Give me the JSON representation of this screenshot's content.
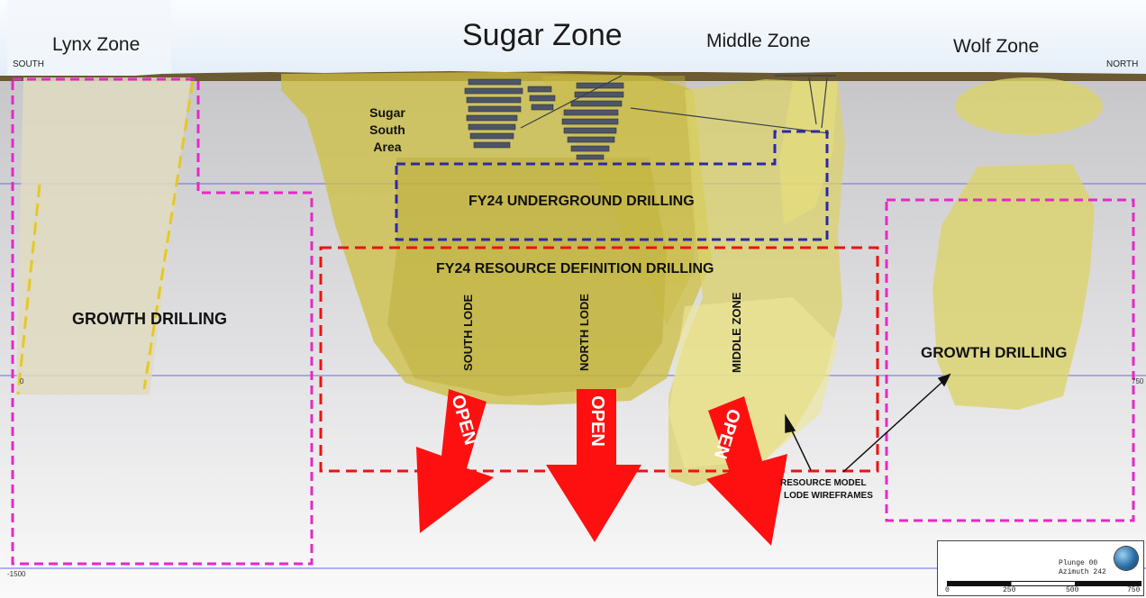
{
  "zones": {
    "lynx": "Lynx Zone",
    "sugar": "Sugar Zone",
    "middle": "Middle Zone",
    "wolf": "Wolf Zone"
  },
  "directions": {
    "south": "SOUTH",
    "north": "NORTH"
  },
  "elevation_ticks": {
    "mid": "750",
    "mid_left": "0",
    "bottom": "-1500"
  },
  "labels": {
    "sugar_south_area": "Sugar South Area",
    "fy24_underground": "FY24 UNDERGROUND DRILLING",
    "fy24_resource": "FY24 RESOURCE DEFINITION DRILLING",
    "growth_left": "GROWTH DRILLING",
    "growth_right": "GROWTH DRILLING",
    "south_lode": "SOUTH LODE",
    "north_lode": "NORTH LODE",
    "middle_zone_lode": "MIDDLE ZONE",
    "resource_model": "RESOURCE MODEL",
    "lode_wireframes": "LODE WIREFRAMES"
  },
  "arrows": [
    "OPEN",
    "OPEN",
    "OPEN"
  ],
  "legend": {
    "plunge": "Plunge 00",
    "azimuth": "Azimuth 242",
    "scale": [
      "0",
      "250",
      "500",
      "750"
    ]
  },
  "colors": {
    "growth_outline": "#e629c8",
    "underground_outline": "#2b2aa8",
    "resource_outline": "#ee1111",
    "open_arrow": "#ff1010",
    "ore_body": "#d8cc55",
    "level_line": "#6a6ae6"
  }
}
